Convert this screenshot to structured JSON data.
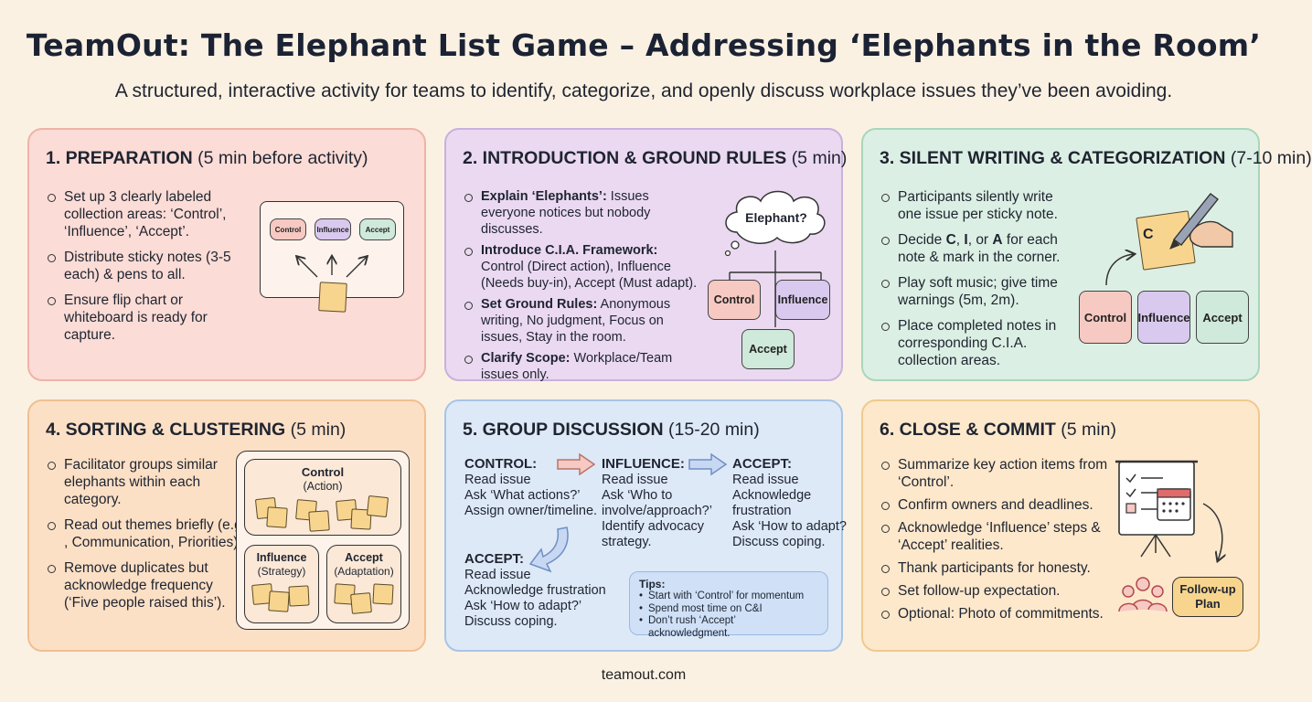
{
  "title": "TeamOut: The Elephant List Game – Addressing ‘Elephants in the Room’",
  "subtitle": "A structured, interactive activity for teams to identify, categorize, and openly discuss workplace issues they’ve been avoiding.",
  "footer": "teamout.com",
  "colors": {
    "control": "#f6c9c2",
    "influence": "#d9c9ee",
    "accept": "#cfe9da",
    "sticky_note": "#f8d58e"
  },
  "cards": {
    "preparation": {
      "title_bold": "1. PREPARATION",
      "title_rest": "(5 min before activity)",
      "bullets": [
        "Set up 3 clearly labeled collection areas: ‘Control’, ‘Influence’, ‘Accept’.",
        "Distribute sticky notes (3-5 each) & pens to all.",
        "Ensure flip chart or whiteboard is ready for capture."
      ],
      "diagram": {
        "labels": [
          "Control",
          "Influence",
          "Accept"
        ]
      }
    },
    "introduction": {
      "title_bold": "2. INTRODUCTION & GROUND RULES",
      "title_rest": "(5 min)",
      "bullets": [
        {
          "label": "Explain ‘Elephants’:",
          "text": " Issues everyone notices but nobody discusses."
        },
        {
          "label": "Introduce C.I.A. Framework:",
          "text": " Control (Direct action), Influence (Needs buy-in), Accept (Must adapt)."
        },
        {
          "label": "Set Ground Rules:",
          "text": " Anonymous writing, No judgment, Focus on issues, Stay in the room."
        },
        {
          "label": "Clarify Scope:",
          "text": " Workplace/Team issues only."
        }
      ],
      "diagram": {
        "cloud": "Elephant?",
        "labels": [
          "Control",
          "Influence",
          "Accept"
        ]
      }
    },
    "silent_writing": {
      "title_bold": "3. SILENT WRITING & CATEGORIZATION",
      "title_rest": "(7-10 min)",
      "bullets": [
        {
          "parts": [
            "Participants silently write one issue per sticky note."
          ]
        },
        {
          "parts": [
            "Decide ",
            "C",
            ", ",
            "I",
            ", or ",
            "A",
            " for each note & mark in the corner."
          ]
        },
        {
          "parts": [
            "Play soft music; give time warnings (5m, 2m)."
          ]
        },
        {
          "parts": [
            "Place completed notes in corresponding C.I.A. collection areas."
          ]
        }
      ],
      "diagram": {
        "note_letter": "C",
        "labels": [
          "Control",
          "Influence",
          "Accept"
        ]
      }
    },
    "sorting": {
      "title_bold": "4. SORTING & CLUSTERING",
      "title_rest": "(5 min)",
      "bullets": [
        "Facilitator groups similar elephants within each category.",
        "Read out themes briefly (e.g , Communication, Priorities).",
        "Remove duplicates but acknowledge frequency (‘Five people raised this’)."
      ],
      "diagram": {
        "control": {
          "name": "Control",
          "sub": "(Action)"
        },
        "influence": {
          "name": "Influence",
          "sub": "(Strategy)"
        },
        "accept": {
          "name": "Accept",
          "sub": "(Adaptation)"
        }
      }
    },
    "discussion": {
      "title_bold": "5. GROUP DISCUSSION",
      "title_rest": "(15-20 min)",
      "columns": [
        {
          "heading": "CONTROL:",
          "lines": [
            "Read issue",
            "Ask ‘What actions?’",
            "Assign owner/timeline."
          ]
        },
        {
          "heading": "INFLUENCE:",
          "lines": [
            "Read issue",
            "Ask ‘Who to",
            "involve/approach?’",
            "Identify advocacy",
            "strategy."
          ]
        },
        {
          "heading": "ACCEPT:",
          "lines": [
            "Read issue",
            "Acknowledge",
            "frustration",
            "Ask ‘How to adapt?",
            "Discuss coping."
          ]
        }
      ],
      "accept_block": {
        "heading": "ACCEPT:",
        "lines": [
          "Read issue",
          "Acknowledge frustration",
          "Ask ‘How to adapt?’",
          "Discuss coping."
        ]
      },
      "tips": {
        "heading": "Tips:",
        "items": [
          "Start with ‘Control’ for momentum",
          "Spend most time on C&I",
          "Don’t rush ‘Accept’ acknowledgment."
        ]
      }
    },
    "close": {
      "title_bold": "6. CLOSE & COMMIT",
      "title_rest": "(5 min)",
      "bullets": [
        "Summarize key action items from ‘Control’.",
        "Confirm owners and deadlines.",
        "Acknowledge ‘Influence’ steps & ‘Accept’ realities.",
        "Thank participants for honesty.",
        "Set follow-up expectation.",
        "Optional: Photo of commitments."
      ],
      "diagram": {
        "badge_line1": "Follow-up",
        "badge_line2": "Plan"
      }
    }
  }
}
